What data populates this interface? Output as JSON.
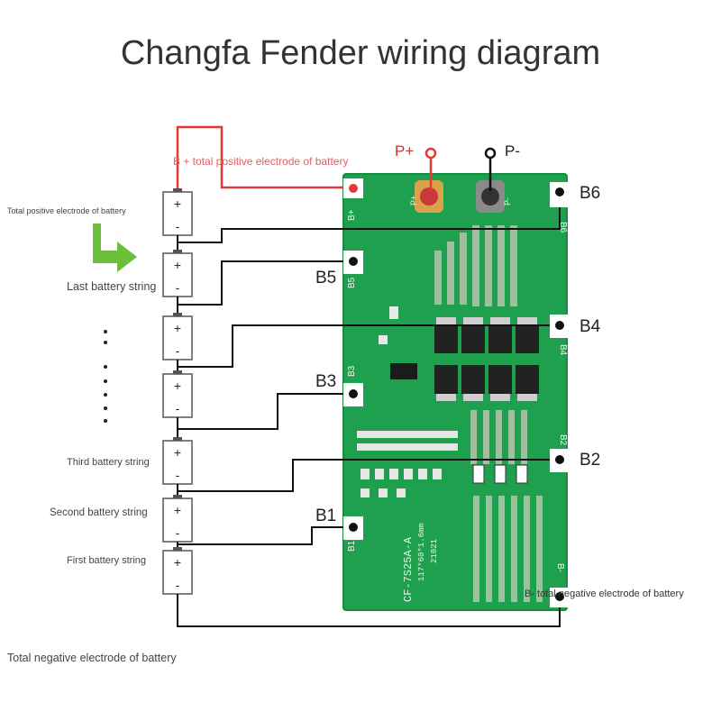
{
  "title": "Changfa Fender wiring diagram",
  "labels": {
    "total_positive": "Total positive electrode of battery",
    "b_plus_total": "B + total positive electrode of battery",
    "last_string": "Last battery string",
    "third_string": "Third battery string",
    "second_string": "Second battery string",
    "first_string": "First battery string",
    "total_negative": "Total negative electrode of battery",
    "b_minus_total": "B- total negative electrode of battery",
    "p_plus": "P+",
    "p_minus": "P-"
  },
  "taps": [
    "B6",
    "B5",
    "B4",
    "B3",
    "B2",
    "B1"
  ],
  "cell_plus": "+",
  "cell_minus": "-",
  "board": {
    "model": "CF-7S25A-A",
    "dims": "117*60*1.6mm",
    "code": "21021",
    "pad_labels": [
      "B+",
      "P+",
      "P-",
      "B6",
      "B5",
      "B4",
      "B3",
      "B2",
      "B1",
      "B-"
    ]
  },
  "colors": {
    "board": "#1fa04f",
    "wire_red": "#e53935",
    "wire_black": "#111111",
    "arrow": "#6bbf3a"
  }
}
